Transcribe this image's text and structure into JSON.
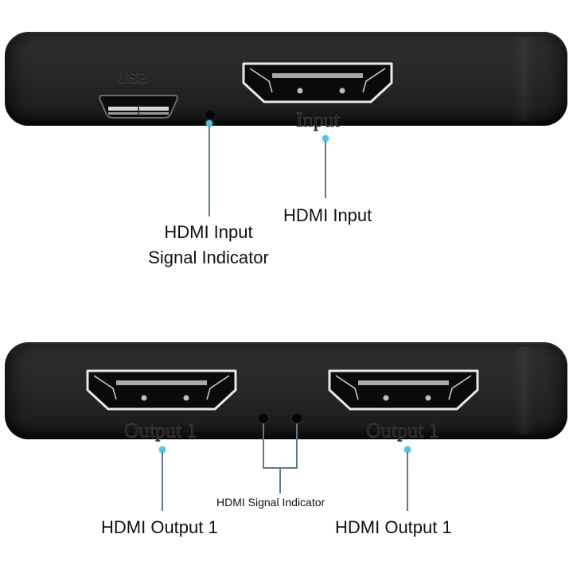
{
  "top_panel": {
    "usb_engraving": "USB",
    "input_engraving": "Input",
    "callouts": {
      "indicator_line1": "HDMI Input",
      "indicator_line2": "Signal Indicator",
      "input": "HDMI Input"
    }
  },
  "bottom_panel": {
    "output_left_engraving": "Output 1",
    "output_right_engraving": "Output 1",
    "callouts": {
      "output_left": "HDMI Output 1",
      "output_right": "HDMI Output 1",
      "signal_indicator": "HDMI Signal Indicator"
    }
  },
  "colors": {
    "device_body": "#262626",
    "leader_line": "#5a7d8c",
    "callout_dot": "#4fc3df",
    "text": "#111111",
    "background": "#ffffff"
  }
}
